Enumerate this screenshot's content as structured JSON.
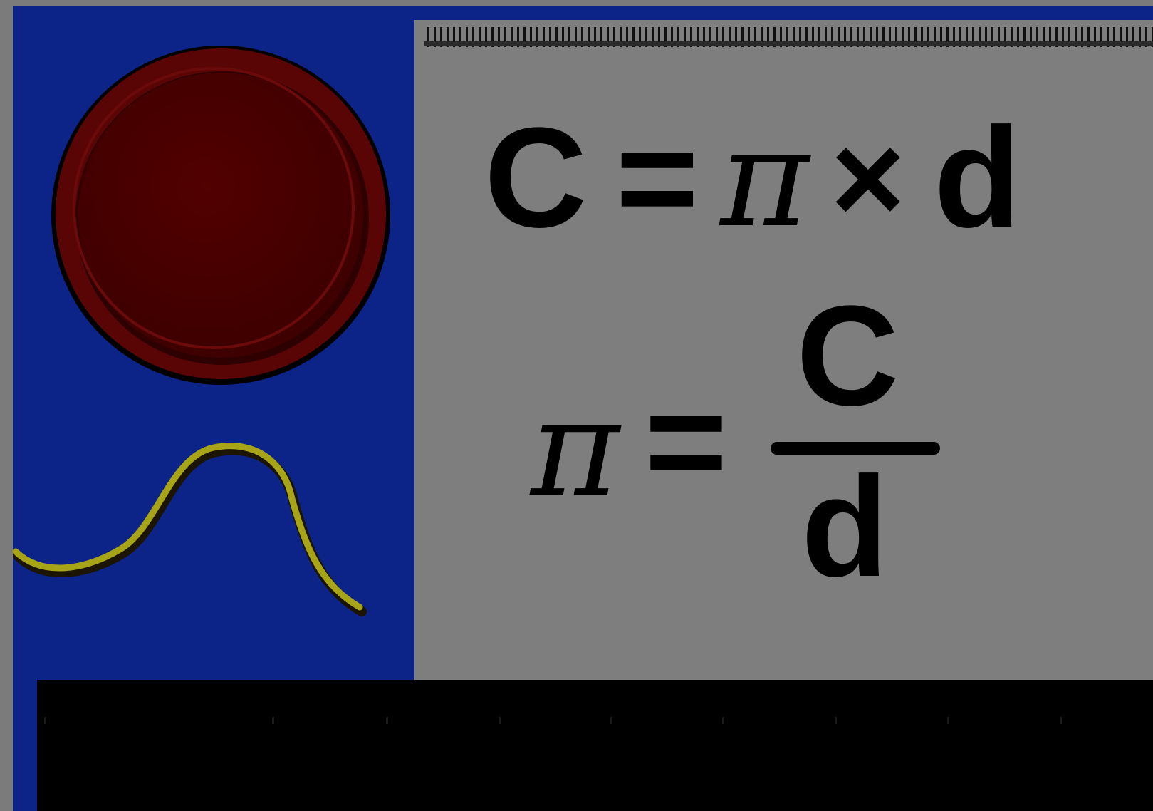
{
  "formulas": {
    "line1": {
      "c": "C",
      "equals": "=",
      "pi": "π",
      "times": "×",
      "d": "d"
    },
    "line2": {
      "pi": "π",
      "equals": "=",
      "numerator": "C",
      "denominator": "d"
    }
  },
  "colors": {
    "background_blue": "#0c2388",
    "board": "#7e7e7e",
    "coin": "#4a0000",
    "string": "#a8a418",
    "ruler": "#000000"
  }
}
